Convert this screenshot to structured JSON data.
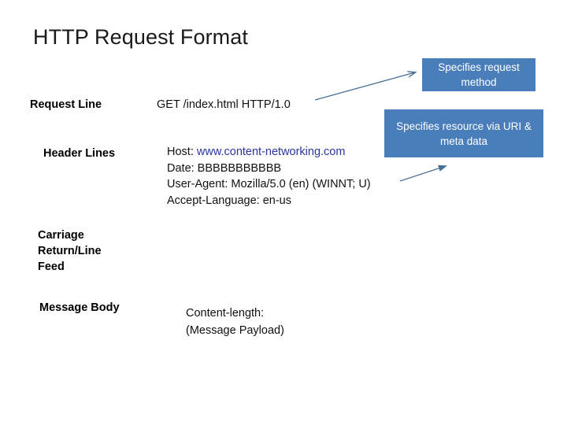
{
  "slide": {
    "title": "HTTP Request Format",
    "background_color": "#ffffff",
    "accent_color": "#4a7ebb",
    "link_color": "#2a36a0"
  },
  "rows": {
    "request_line": {
      "label": "Request Line",
      "value": "GET /index.html HTTP/1.0"
    },
    "header_lines": {
      "label": "Header Lines",
      "lines": [
        {
          "name": "Host: ",
          "value": "www.content-networking.com",
          "is_link": true
        },
        {
          "name": "Date: BBBBBBBBBBB",
          "value": "",
          "is_link": false
        },
        {
          "name": "User-Agent: Mozilla/5.0 (en) (WINNT; U)",
          "value": "",
          "is_link": false
        },
        {
          "name": "Accept-Language: en-us",
          "value": "",
          "is_link": false
        }
      ]
    },
    "crlf": {
      "label": "Carriage\nReturn/Line\nFeed"
    },
    "message_body": {
      "label": "Message Body",
      "lines": [
        "Content-length:",
        "(Message Payload)"
      ]
    }
  },
  "callouts": [
    {
      "id": "method",
      "text": "Specifies request method",
      "color": "#4a7ebb"
    },
    {
      "id": "resource",
      "text": "Specifies resource via URI & meta data",
      "color": "#4a7ebb"
    }
  ],
  "arrows": [
    {
      "id": "arrow-to-method",
      "color": "#4a6f94"
    },
    {
      "id": "arrow-to-resource",
      "color": "#4a6f94"
    }
  ]
}
